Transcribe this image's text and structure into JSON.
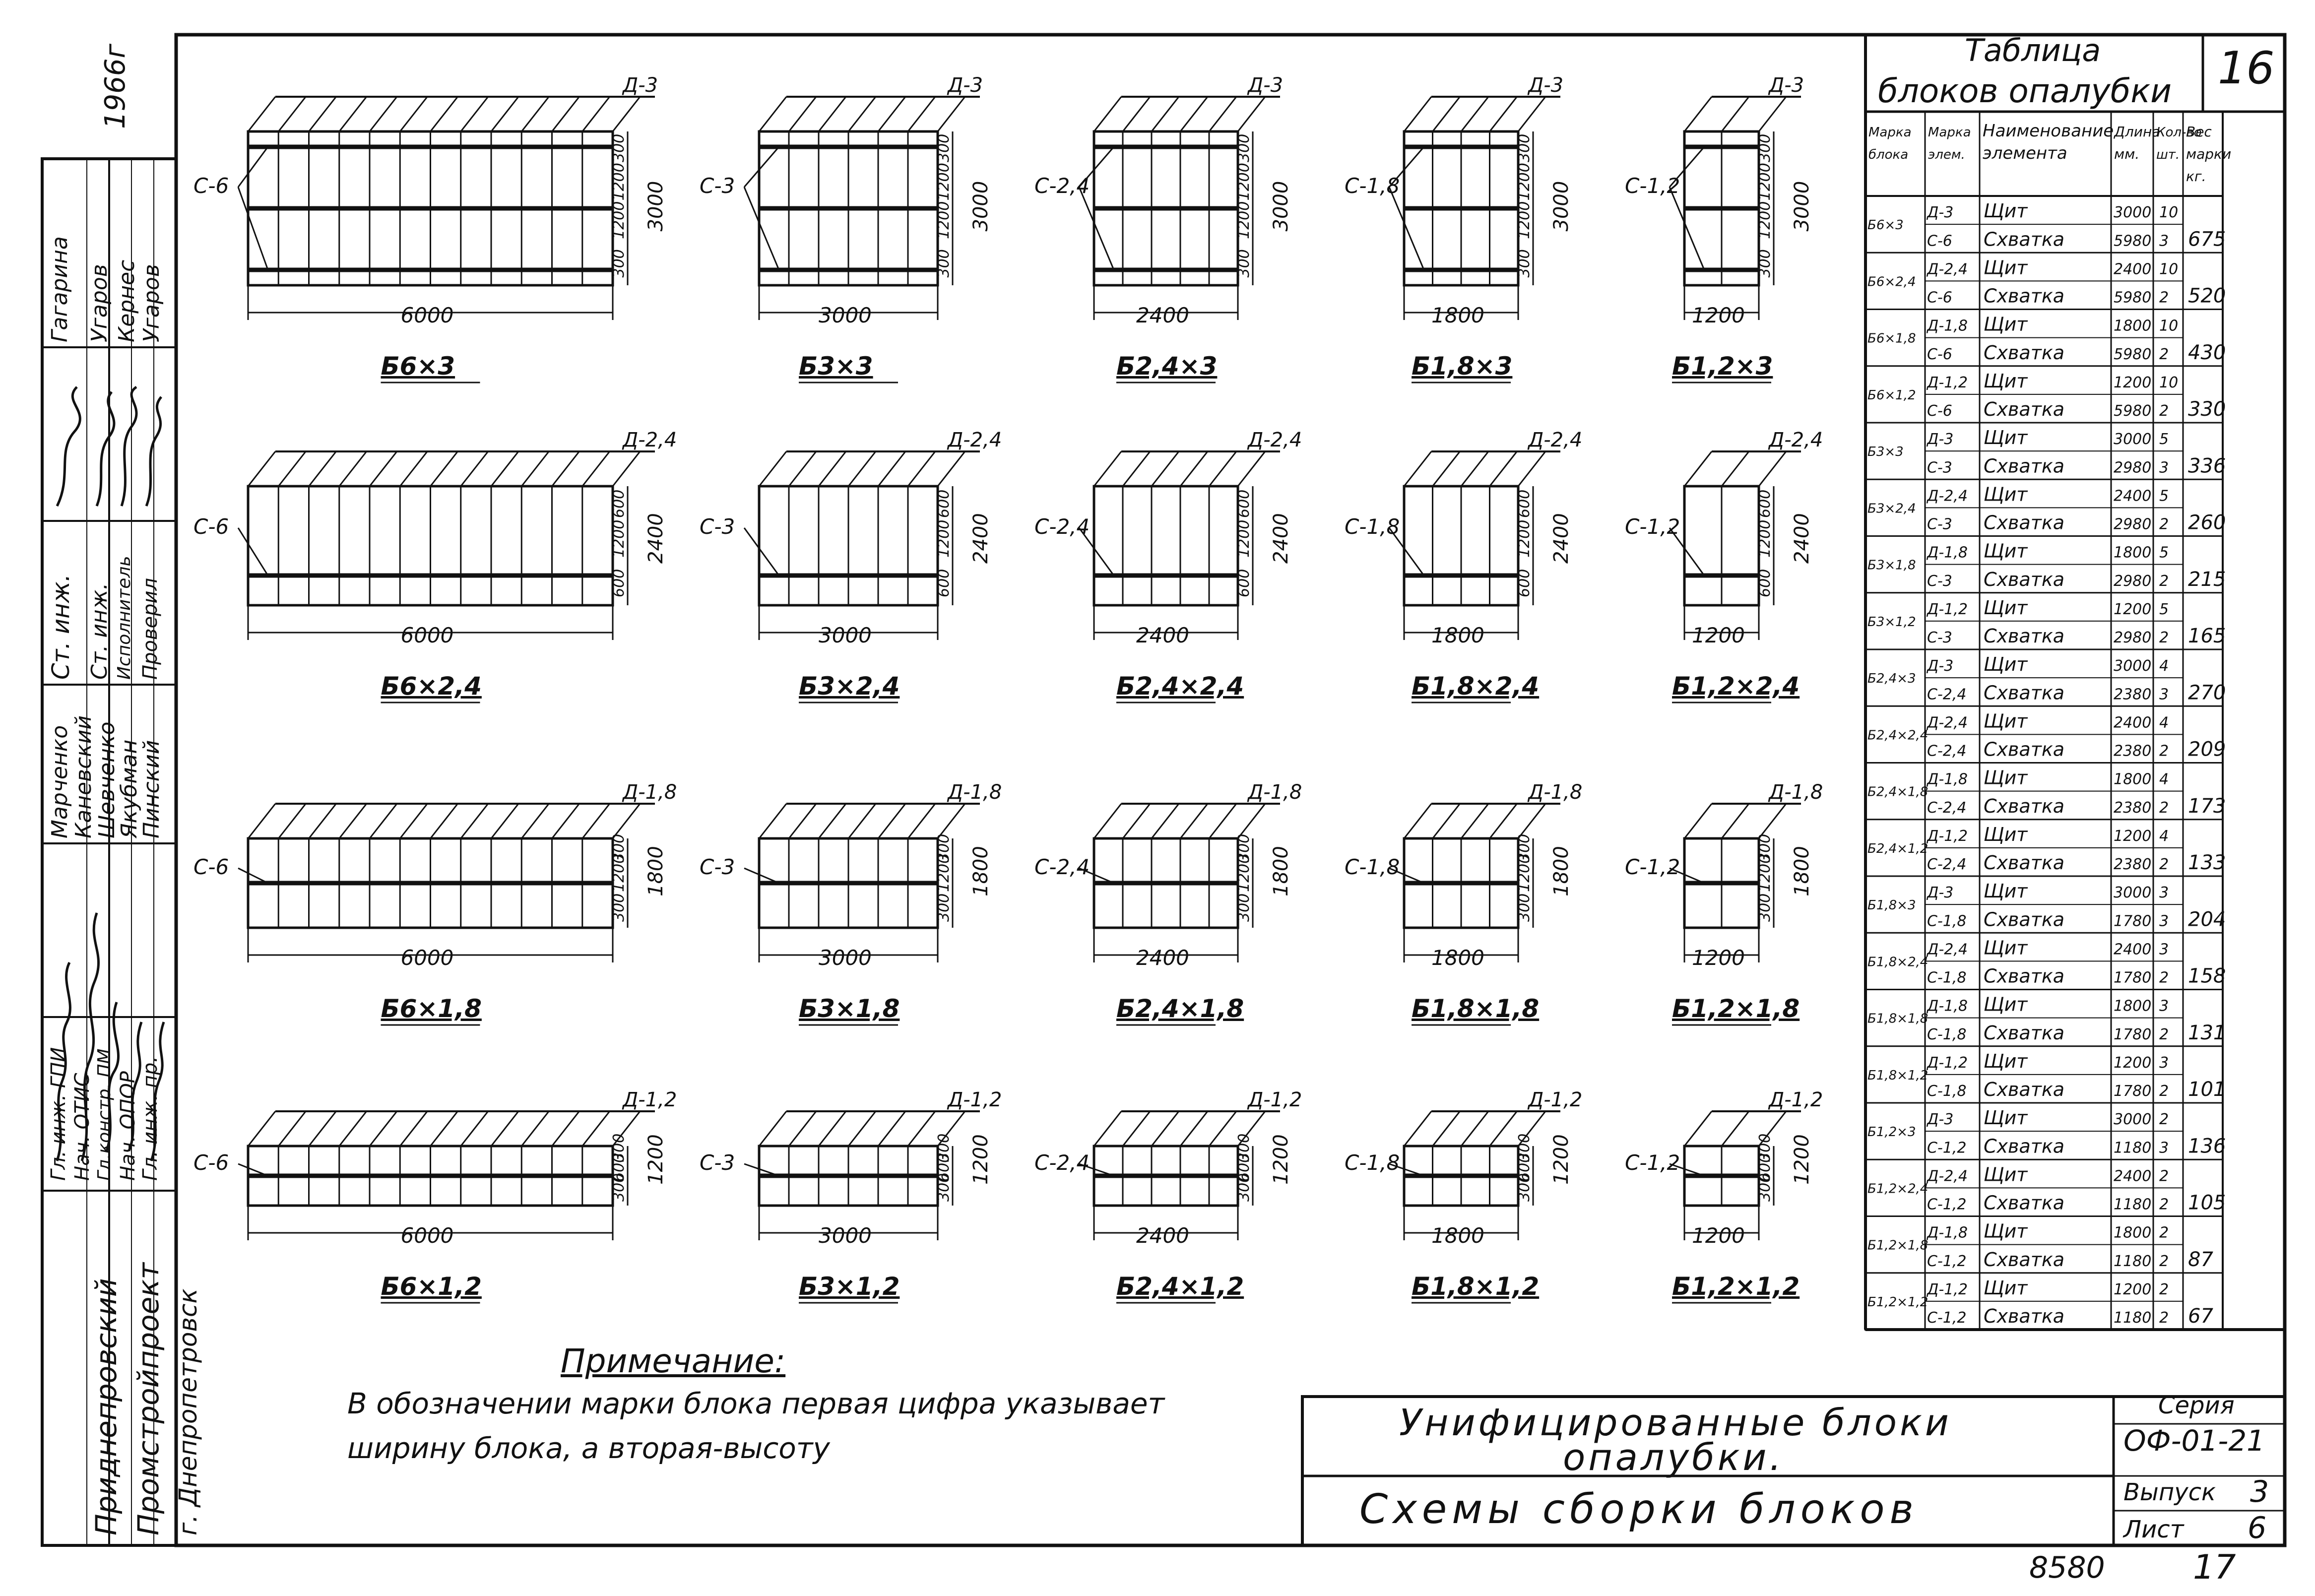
{
  "drawing": {
    "sheet_number_corner": "16",
    "year": "1966г",
    "bottom_number": "8580",
    "bottom_page": "17"
  },
  "left_block": {
    "org": [
      "Приднепровский",
      "Промстройпроект",
      "г. Днепропетровск"
    ],
    "roles": [
      "Гл. инж. ГПИ",
      "Нач. ОТИС",
      "Гл.констр. ПМ",
      "Нач. ОПОР",
      "Гл. инж. пр."
    ],
    "people": [
      "Марченко",
      "Каневский",
      "Шевченко",
      "Якубман",
      "Пинский"
    ],
    "roles2": [
      "Ст. инж.",
      "Ст. инж.",
      "Исполнитель",
      "Проверил"
    ],
    "people2": [
      "Гагарина",
      "Угаров",
      "Кернес",
      "Угаров"
    ]
  },
  "blocks": {
    "rows": [
      {
        "height_label": "3000",
        "items": [
          {
            "shield": "Д-3",
            "clamp": "С-6",
            "width": "6000",
            "name": "Б6×3",
            "dims": [
              "300",
              "1200",
              "1200",
              "300"
            ]
          },
          {
            "shield": "Д-3",
            "clamp": "С-3",
            "width": "3000",
            "name": "Б3×3",
            "dims": [
              "300",
              "1200",
              "1200",
              "300"
            ]
          },
          {
            "shield": "Д-3",
            "clamp": "С-2,4",
            "width": "2400",
            "name": "Б2,4×3",
            "dims": [
              "300",
              "1200",
              "1200",
              "300"
            ]
          },
          {
            "shield": "Д-3",
            "clamp": "С-1,8",
            "width": "1800",
            "name": "Б1,8×3",
            "dims": [
              "300",
              "1200",
              "1200",
              "300"
            ]
          },
          {
            "shield": "Д-3",
            "clamp": "С-1,2",
            "width": "1200",
            "name": "Б1,2×3",
            "dims": [
              "300",
              "1200",
              "1200",
              "300"
            ]
          }
        ]
      },
      {
        "height_label": "2400",
        "items": [
          {
            "shield": "Д-2,4",
            "clamp": "С-6",
            "width": "6000",
            "name": "Б6×2,4",
            "dims": [
              "600",
              "1200",
              "600"
            ]
          },
          {
            "shield": "Д-2,4",
            "clamp": "С-3",
            "width": "3000",
            "name": "Б3×2,4",
            "dims": [
              "600",
              "1200",
              "600"
            ]
          },
          {
            "shield": "Д-2,4",
            "clamp": "С-2,4",
            "width": "2400",
            "name": "Б2,4×2,4",
            "dims": [
              "600",
              "1200",
              "600"
            ]
          },
          {
            "shield": "Д-2,4",
            "clamp": "С-1,8",
            "width": "1800",
            "name": "Б1,8×2,4",
            "dims": [
              "600",
              "1200",
              "600"
            ]
          },
          {
            "shield": "Д-2,4",
            "clamp": "С-1,2",
            "width": "1200",
            "name": "Б1,2×2,4",
            "dims": [
              "600",
              "1200",
              "600"
            ]
          }
        ]
      },
      {
        "height_label": "1800",
        "items": [
          {
            "shield": "Д-1,8",
            "clamp": "С-6",
            "width": "6000",
            "name": "Б6×1,8",
            "dims": [
              "300",
              "1200",
              "300"
            ]
          },
          {
            "shield": "Д-1,8",
            "clamp": "С-3",
            "width": "3000",
            "name": "Б3×1,8",
            "dims": [
              "300",
              "1200",
              "300"
            ]
          },
          {
            "shield": "Д-1,8",
            "clamp": "С-2,4",
            "width": "2400",
            "name": "Б2,4×1,8",
            "dims": [
              "300",
              "1200",
              "300"
            ]
          },
          {
            "shield": "Д-1,8",
            "clamp": "С-1,8",
            "width": "1800",
            "name": "Б1,8×1,8",
            "dims": [
              "300",
              "1200",
              "300"
            ]
          },
          {
            "shield": "Д-1,8",
            "clamp": "С-1,2",
            "width": "1200",
            "name": "Б1,2×1,8",
            "dims": [
              "300",
              "1200",
              "300"
            ]
          }
        ]
      },
      {
        "height_label": "1200",
        "items": [
          {
            "shield": "Д-1,2",
            "clamp": "С-6",
            "width": "6000",
            "name": "Б6×1,2",
            "dims": [
              "300",
              "600",
              "300"
            ]
          },
          {
            "shield": "Д-1,2",
            "clamp": "С-3",
            "width": "3000",
            "name": "Б3×1,2",
            "dims": [
              "300",
              "600",
              "300"
            ]
          },
          {
            "shield": "Д-1,2",
            "clamp": "С-2,4",
            "width": "2400",
            "name": "Б2,4×1,2",
            "dims": [
              "300",
              "600",
              "300"
            ]
          },
          {
            "shield": "Д-1,2",
            "clamp": "С-1,8",
            "width": "1800",
            "name": "Б1,8×1,2",
            "dims": [
              "300",
              "600",
              "300"
            ]
          },
          {
            "shield": "Д-1,2",
            "clamp": "С-1,2",
            "width": "1200",
            "name": "Б1,2×1,2",
            "dims": [
              "300",
              "600",
              "300"
            ]
          }
        ]
      }
    ]
  },
  "table": {
    "title_line1": "Таблица",
    "title_line2": "блоков опалубки",
    "headers": [
      "Марка блока",
      "Марка элем.",
      "Наименование элемента",
      "Длина мм.",
      "Кол-во шт.",
      "Вес марки кг."
    ],
    "groups": [
      {
        "mark": "Б6×3",
        "rows": [
          [
            "Д-3",
            "Щит",
            "3000",
            "10"
          ],
          [
            "С-6",
            "Схватка",
            "5980",
            "3"
          ]
        ],
        "weight": "675"
      },
      {
        "mark": "Б6×2,4",
        "rows": [
          [
            "Д-2,4",
            "Щит",
            "2400",
            "10"
          ],
          [
            "С-6",
            "Схватка",
            "5980",
            "2"
          ]
        ],
        "weight": "520"
      },
      {
        "mark": "Б6×1,8",
        "rows": [
          [
            "Д-1,8",
            "Щит",
            "1800",
            "10"
          ],
          [
            "С-6",
            "Схватка",
            "5980",
            "2"
          ]
        ],
        "weight": "430"
      },
      {
        "mark": "Б6×1,2",
        "rows": [
          [
            "Д-1,2",
            "Щит",
            "1200",
            "10"
          ],
          [
            "С-6",
            "Схватка",
            "5980",
            "2"
          ]
        ],
        "weight": "330"
      },
      {
        "mark": "Б3×3",
        "rows": [
          [
            "Д-3",
            "Щит",
            "3000",
            "5"
          ],
          [
            "С-3",
            "Схватка",
            "2980",
            "3"
          ]
        ],
        "weight": "336"
      },
      {
        "mark": "Б3×2,4",
        "rows": [
          [
            "Д-2,4",
            "Щит",
            "2400",
            "5"
          ],
          [
            "С-3",
            "Схватка",
            "2980",
            "2"
          ]
        ],
        "weight": "260"
      },
      {
        "mark": "Б3×1,8",
        "rows": [
          [
            "Д-1,8",
            "Щит",
            "1800",
            "5"
          ],
          [
            "С-3",
            "Схватка",
            "2980",
            "2"
          ]
        ],
        "weight": "215"
      },
      {
        "mark": "Б3×1,2",
        "rows": [
          [
            "Д-1,2",
            "Щит",
            "1200",
            "5"
          ],
          [
            "С-3",
            "Схватка",
            "2980",
            "2"
          ]
        ],
        "weight": "165"
      },
      {
        "mark": "Б2,4×3",
        "rows": [
          [
            "Д-3",
            "Щит",
            "3000",
            "4"
          ],
          [
            "С-2,4",
            "Схватка",
            "2380",
            "3"
          ]
        ],
        "weight": "270"
      },
      {
        "mark": "Б2,4×2,4",
        "rows": [
          [
            "Д-2,4",
            "Щит",
            "2400",
            "4"
          ],
          [
            "С-2,4",
            "Схватка",
            "2380",
            "2"
          ]
        ],
        "weight": "209"
      },
      {
        "mark": "Б2,4×1,8",
        "rows": [
          [
            "Д-1,8",
            "Щит",
            "1800",
            "4"
          ],
          [
            "С-2,4",
            "Схватка",
            "2380",
            "2"
          ]
        ],
        "weight": "173"
      },
      {
        "mark": "Б2,4×1,2",
        "rows": [
          [
            "Д-1,2",
            "Щит",
            "1200",
            "4"
          ],
          [
            "С-2,4",
            "Схватка",
            "2380",
            "2"
          ]
        ],
        "weight": "133"
      },
      {
        "mark": "Б1,8×3",
        "rows": [
          [
            "Д-3",
            "Щит",
            "3000",
            "3"
          ],
          [
            "С-1,8",
            "Схватка",
            "1780",
            "3"
          ]
        ],
        "weight": "204"
      },
      {
        "mark": "Б1,8×2,4",
        "rows": [
          [
            "Д-2,4",
            "Щит",
            "2400",
            "3"
          ],
          [
            "С-1,8",
            "Схватка",
            "1780",
            "2"
          ]
        ],
        "weight": "158"
      },
      {
        "mark": "Б1,8×1,8",
        "rows": [
          [
            "Д-1,8",
            "Щит",
            "1800",
            "3"
          ],
          [
            "С-1,8",
            "Схватка",
            "1780",
            "2"
          ]
        ],
        "weight": "131"
      },
      {
        "mark": "Б1,8×1,2",
        "rows": [
          [
            "Д-1,2",
            "Щит",
            "1200",
            "3"
          ],
          [
            "С-1,8",
            "Схватка",
            "1780",
            "2"
          ]
        ],
        "weight": "101"
      },
      {
        "mark": "Б1,2×3",
        "rows": [
          [
            "Д-3",
            "Щит",
            "3000",
            "2"
          ],
          [
            "С-1,2",
            "Схватка",
            "1180",
            "3"
          ]
        ],
        "weight": "136"
      },
      {
        "mark": "Б1,2×2,4",
        "rows": [
          [
            "Д-2,4",
            "Щит",
            "2400",
            "2"
          ],
          [
            "С-1,2",
            "Схватка",
            "1180",
            "2"
          ]
        ],
        "weight": "105"
      },
      {
        "mark": "Б1,2×1,8",
        "rows": [
          [
            "Д-1,8",
            "Щит",
            "1800",
            "2"
          ],
          [
            "С-1,2",
            "Схватка",
            "1180",
            "2"
          ]
        ],
        "weight": "87"
      },
      {
        "mark": "Б1,2×1,2",
        "rows": [
          [
            "Д-1,2",
            "Щит",
            "1200",
            "2"
          ],
          [
            "С-1,2",
            "Схватка",
            "1180",
            "2"
          ]
        ],
        "weight": "67"
      }
    ]
  },
  "note": {
    "title": "Примечание:",
    "line1": "В обозначении марки блока первая цифра указывает",
    "line2": "ширину блока, а вторая-высоту"
  },
  "title_block": {
    "title_line1": "Унифицированные блоки",
    "title_line2": "опалубки.",
    "subtitle": "Схемы сборки блоков",
    "series_label": "Серия",
    "series_value": "ОФ-01-21",
    "issue_label": "Выпуск",
    "issue_value": "3",
    "sheet_label": "Лист",
    "sheet_value": "6"
  }
}
